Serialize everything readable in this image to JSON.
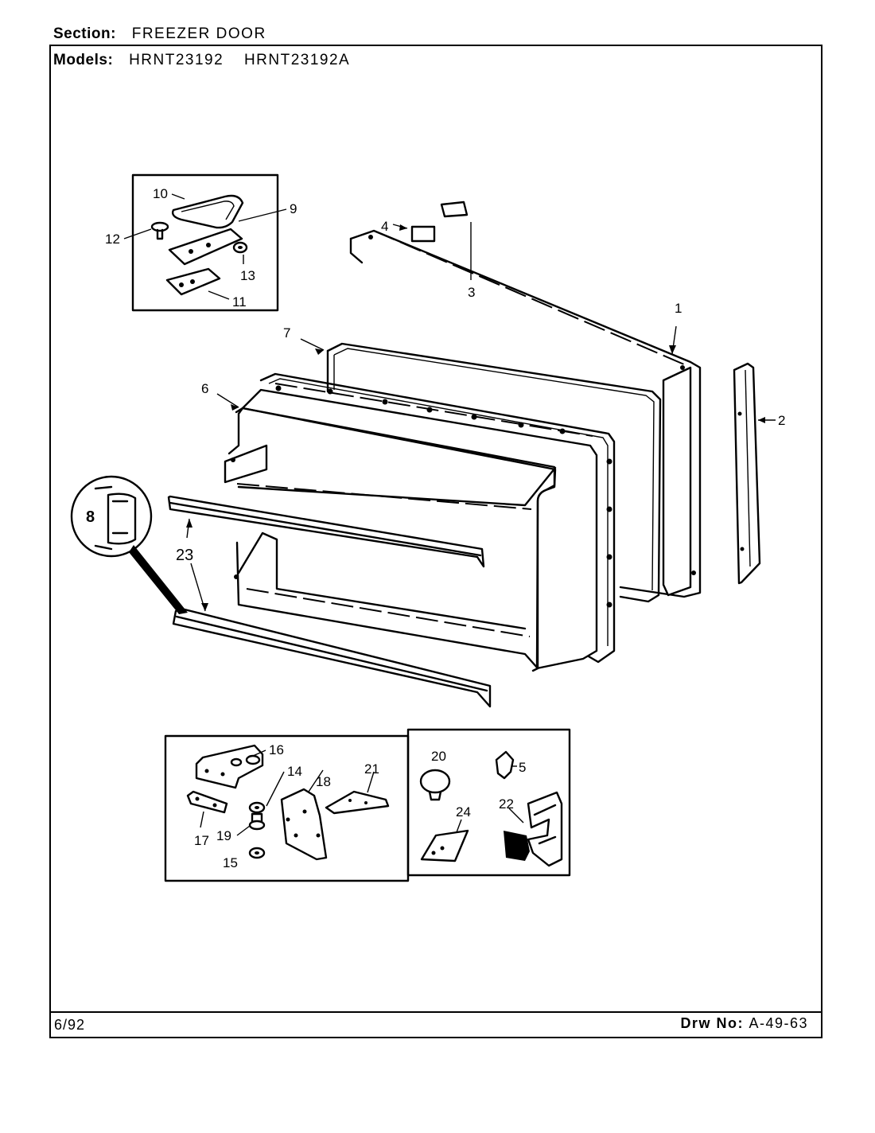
{
  "header": {
    "section_label": "Section:",
    "section_value": "FREEZER DOOR",
    "models_label": "Models:",
    "models": [
      "HRNT23192",
      "HRNT23192A"
    ]
  },
  "footer": {
    "date": "6/92",
    "drawing_label": "Drw No:",
    "drawing_number": "A-49-63"
  },
  "callouts": {
    "c1": "1",
    "c2": "2",
    "c3": "3",
    "c4": "4",
    "c5": "5",
    "c6": "6",
    "c7": "7",
    "c8": "8",
    "c9": "9",
    "c10": "10",
    "c11": "11",
    "c12": "12",
    "c13": "13",
    "c14": "14",
    "c15": "15",
    "c16": "16",
    "c17": "17",
    "c18": "18",
    "c19": "19",
    "c20": "20",
    "c21": "21",
    "c22": "22",
    "c23": "23",
    "c24": "24"
  }
}
